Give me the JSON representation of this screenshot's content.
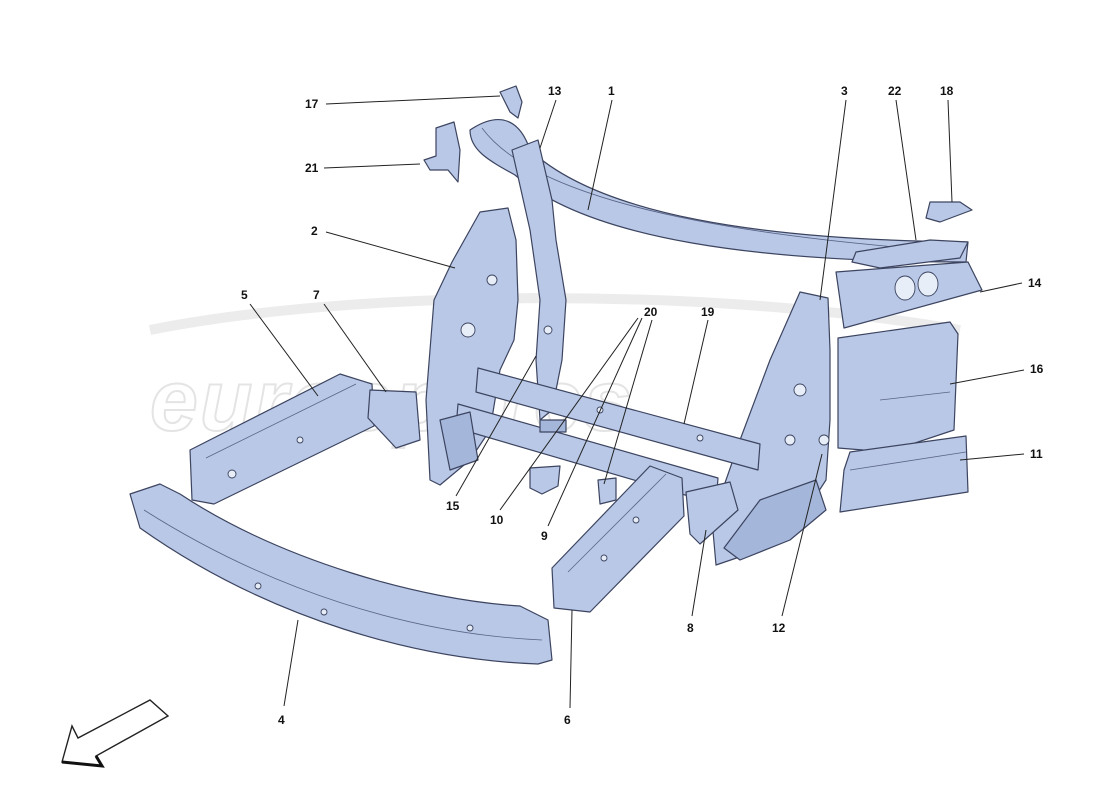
{
  "watermark": {
    "text": "eurospares"
  },
  "callouts": [
    {
      "id": "1",
      "label": "1"
    },
    {
      "id": "2",
      "label": "2"
    },
    {
      "id": "3",
      "label": "3"
    },
    {
      "id": "4",
      "label": "4"
    },
    {
      "id": "5",
      "label": "5"
    },
    {
      "id": "6",
      "label": "6"
    },
    {
      "id": "7",
      "label": "7"
    },
    {
      "id": "8",
      "label": "8"
    },
    {
      "id": "9",
      "label": "9"
    },
    {
      "id": "10",
      "label": "10"
    },
    {
      "id": "11",
      "label": "11"
    },
    {
      "id": "12",
      "label": "12"
    },
    {
      "id": "13",
      "label": "13"
    },
    {
      "id": "14",
      "label": "14"
    },
    {
      "id": "15",
      "label": "15"
    },
    {
      "id": "16",
      "label": "16"
    },
    {
      "id": "17",
      "label": "17"
    },
    {
      "id": "18",
      "label": "18"
    },
    {
      "id": "19",
      "label": "19"
    },
    {
      "id": "20",
      "label": "20"
    },
    {
      "id": "21",
      "label": "21"
    },
    {
      "id": "22",
      "label": "22"
    }
  ],
  "colors": {
    "part_fill": "#b8c8e6",
    "outline": "#3c4460",
    "watermark": "#e4e4e4"
  },
  "icons": {
    "direction_arrow": "front-direction-arrow-icon"
  }
}
